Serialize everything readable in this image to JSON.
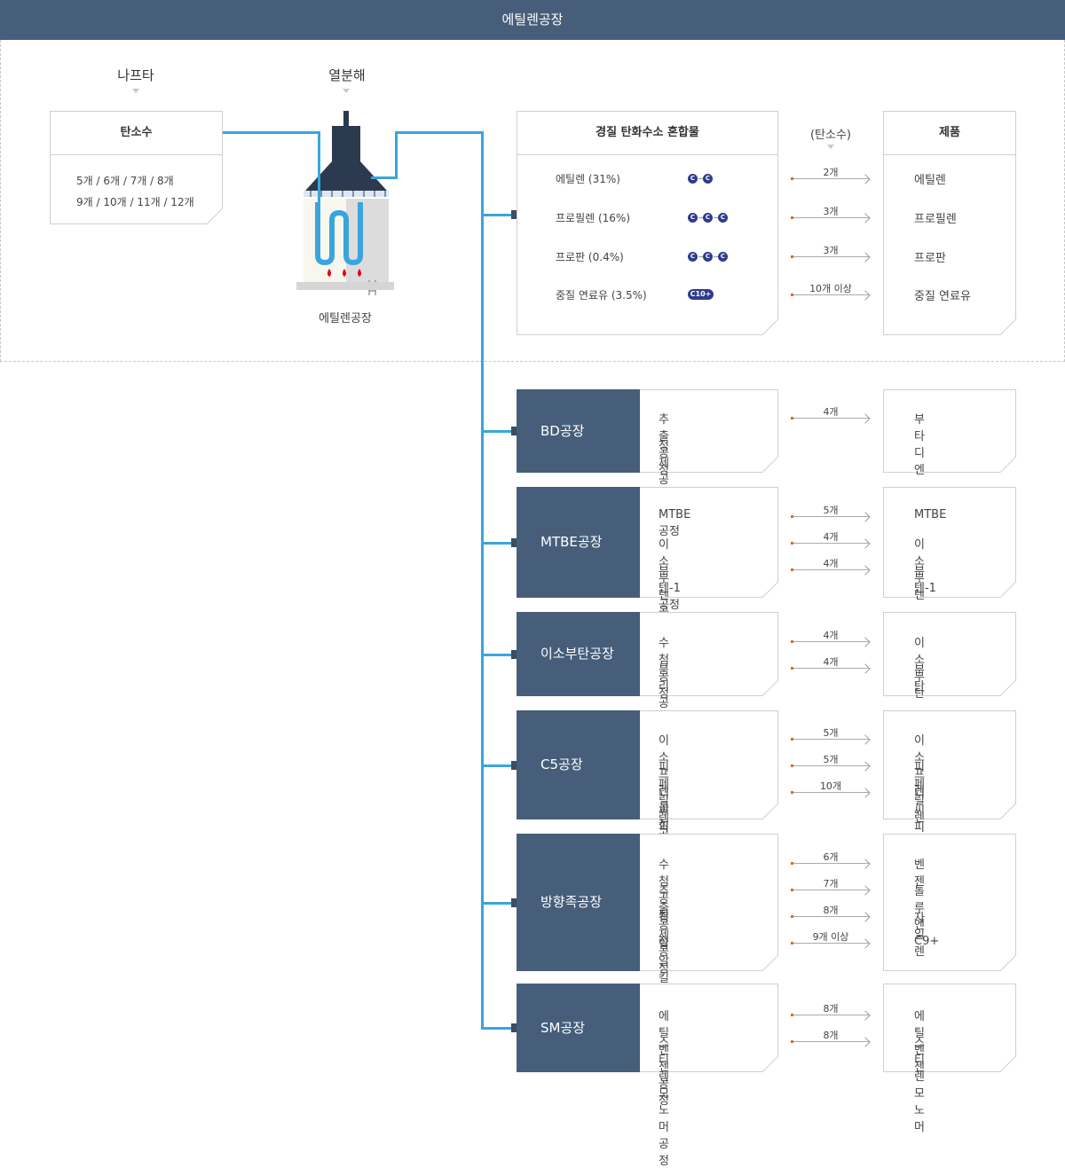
{
  "header": {
    "title": "에틸렌공장"
  },
  "stages": {
    "naphtha": "나프타",
    "cracking": "열분해"
  },
  "carbon_card": {
    "title": "탄소수",
    "lines": [
      "5개 / 6개 / 7개 / 8개",
      "9개  / 10개 / 11개  / 12개"
    ]
  },
  "plant_illustration": {
    "caption": "에틸렌공장"
  },
  "light_card": {
    "title": "경질 탄화수소 혼합물",
    "items": [
      {
        "name": "에틸렌 (31%)",
        "formula": [
          "C",
          "C"
        ]
      },
      {
        "name": "프로필렌 (16%)",
        "formula": [
          "C",
          "C",
          "C"
        ]
      },
      {
        "name": "프로판 (0.4%)",
        "formula": [
          "C",
          "C",
          "C"
        ]
      },
      {
        "name": "중질 연료유 (3.5%)",
        "chip": "C10+"
      }
    ]
  },
  "carbon_col_label": "(탄소수)",
  "light_arrows": [
    "2개",
    "3개",
    "3개",
    "10개 이상"
  ],
  "product_card": {
    "title": "제품",
    "items": [
      "에틸렌",
      "프로필렌",
      "프로판",
      "중질 연료유"
    ]
  },
  "plants": [
    {
      "name": "BD공장",
      "processes": [
        "추출공정",
        "정제공정"
      ],
      "carbons": [
        "4개"
      ],
      "products": [
        "부타디엔"
      ]
    },
    {
      "name": "MTBE공장",
      "processes": [
        "MTBE공정",
        "이소부텐공정",
        "부텐-1공정"
      ],
      "carbons": [
        "5개",
        "4개",
        "4개"
      ],
      "products": [
        "MTBE",
        "이소부텐",
        "부텐-1"
      ]
    },
    {
      "name": "이소부탄공장",
      "processes": [
        "수첨공정",
        "분리공정"
      ],
      "carbons": [
        "4개",
        "4개"
      ],
      "products": [
        "이소부탄",
        "부탄"
      ]
    },
    {
      "name": "C5공장",
      "processes": [
        "이소프렌공정",
        "피페릴렌공정",
        "디씨피디공정"
      ],
      "carbons": [
        "5개",
        "5개",
        "10개"
      ],
      "products": [
        "이소프렌",
        "피페릴렌",
        "디씨피디"
      ]
    },
    {
      "name": "방향족공장",
      "processes": [
        "수첨공정",
        "추출공정",
        "정제공정",
        "탈알킬공정"
      ],
      "carbons": [
        "6개",
        "7개",
        "8개",
        "9개 이상"
      ],
      "products": [
        "벤젠",
        "톨루엔",
        "자일렌",
        "C9+"
      ]
    },
    {
      "name": "SM공장",
      "processes": [
        "에틸벤젠공정",
        "스티렌모노머공정"
      ],
      "carbons": [
        "8개",
        "8개"
      ],
      "products": [
        "에틸벤젠",
        "스티렌모노머"
      ]
    }
  ],
  "colors": {
    "header": "#465e7a",
    "pipe": "#3aa5dc",
    "plant_box": "#465e7a",
    "node": "#2f3b8e",
    "arrow_dot": "#e06a1b",
    "flame": "#e3001b"
  }
}
